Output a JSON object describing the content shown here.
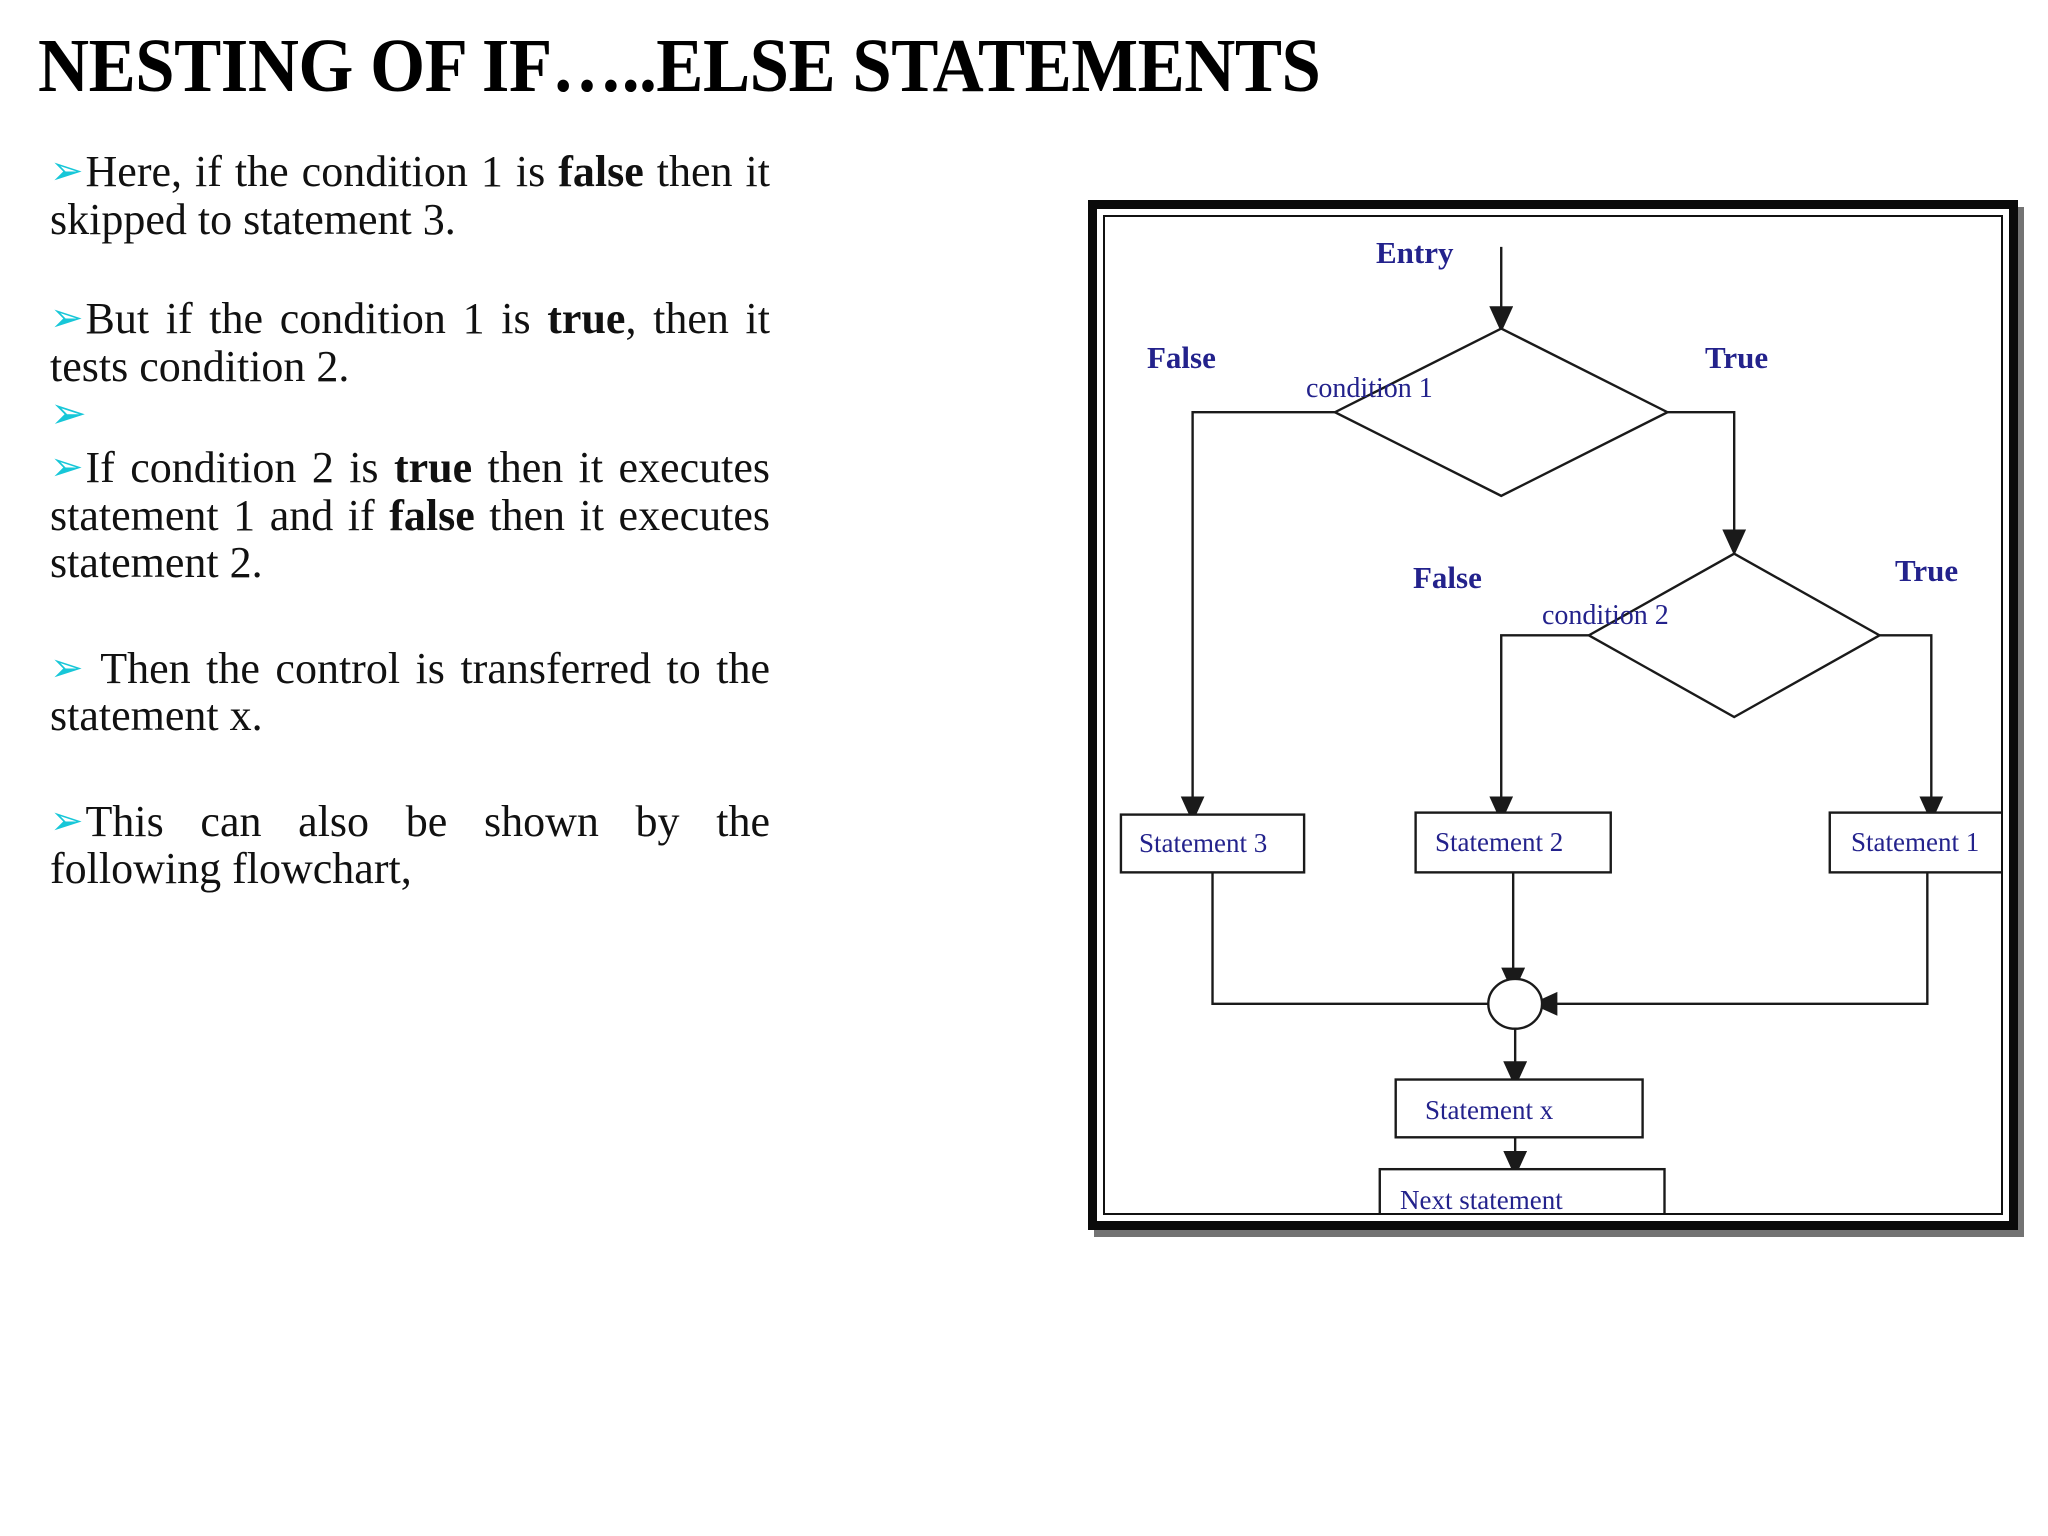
{
  "slide": {
    "title": "NESTING OF IF…..ELSE STATEMENTS",
    "bullet_glyph": "➢",
    "bullet_color": "#17C7D8",
    "body": [
      {
        "id": "para-1",
        "bullet": true,
        "segments": [
          {
            "text": "Here, if the condition 1 is ",
            "bold": false
          },
          {
            "text": "false",
            "bold": true
          },
          {
            "text": " then it skipped to statement 3.",
            "bold": false
          }
        ],
        "plain": "Here, if the condition 1 is false then it skipped to statement 3."
      },
      {
        "id": "para-2",
        "bullet": true,
        "segments": [
          {
            "text": "But if the condition 1 is ",
            "bold": false
          },
          {
            "text": "true",
            "bold": true
          },
          {
            "text": ", then it tests condition 2.",
            "bold": false
          }
        ],
        "plain": "But if the condition 1 is true, then it tests condition 2."
      },
      {
        "id": "para-3-empty",
        "bullet": true,
        "segments": [],
        "plain": ""
      },
      {
        "id": "para-4",
        "bullet": true,
        "segments": [
          {
            "text": "If condition 2 is ",
            "bold": false
          },
          {
            "text": "true",
            "bold": true
          },
          {
            "text": " then it executes statement 1 and if ",
            "bold": false
          },
          {
            "text": "false",
            "bold": true
          },
          {
            "text": " then it executes statement 2.",
            "bold": false
          }
        ],
        "plain": "If condition 2 is true then it executes statement 1 and if false then it executes statement 2."
      },
      {
        "id": "para-5",
        "bullet": true,
        "segments": [
          {
            "text": " Then the control is transferred to the statement x.",
            "bold": false
          }
        ],
        "plain": " Then the control is transferred to the statement x."
      },
      {
        "id": "para-6",
        "bullet": true,
        "segments": [
          {
            "text": "This can also be shown by the following flowchart,",
            "bold": false
          }
        ],
        "plain": "This can also be shown by the following flowchart,"
      }
    ],
    "text_fragments": {
      "p1_a": "Here, if the condition 1 is ",
      "p1_b": "false",
      "p1_c": " then it skipped to statement 3.",
      "p2_a": "But if the condition 1 is ",
      "p2_b": "true",
      "p2_c": ", then it tests condition 2.",
      "p4_a": "If condition 2 is ",
      "p4_b": "true",
      "p4_c": " then it executes statement 1 and if ",
      "p4_d": "false",
      "p4_e": " then it executes statement 2.",
      "p5_a": " Then the control is transferred to the statement x.",
      "p6_a": "This can also be shown by the following flowchart,"
    }
  },
  "flowchart": {
    "label_color": "#23228c",
    "line_color": "#1a1a1a",
    "frame_color": "#0a0a0a",
    "background": "#ffffff",
    "nodes": {
      "entry": "Entry",
      "condition1": "condition 1",
      "condition2": "condition 2",
      "statement1": "Statement 1",
      "statement2": "Statement 2",
      "statement3": "Statement 3",
      "statementx": "Statement x",
      "next": "Next statement"
    },
    "edge_labels": {
      "c1_false": "False",
      "c1_true": "True",
      "c2_false": "False",
      "c2_true": "True"
    }
  }
}
